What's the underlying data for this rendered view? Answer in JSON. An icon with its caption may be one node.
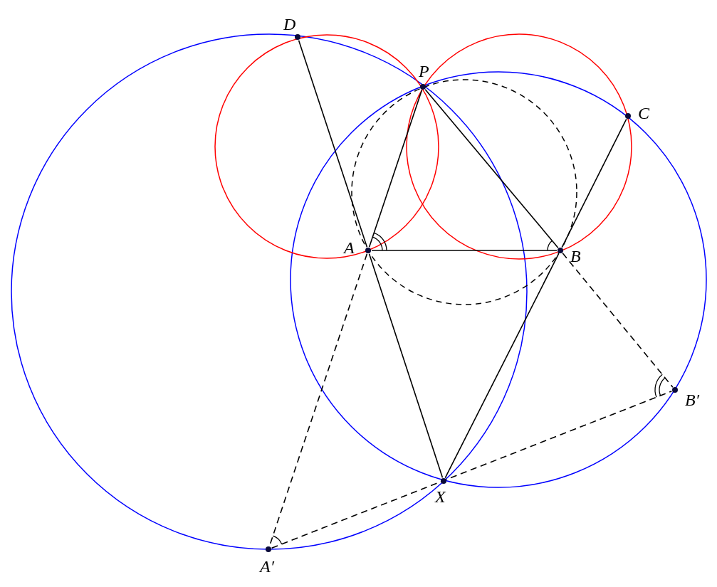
{
  "diagram": {
    "nodes": [
      {
        "text": [
          "D"
        ]
      },
      {
        "text": [
          "P"
        ]
      },
      {
        "text": [
          "C"
        ]
      },
      {
        "text": [
          "A"
        ]
      },
      {
        "text": [
          "B"
        ]
      },
      {
        "text": [
          "B′"
        ]
      },
      {
        "text": [
          "X"
        ]
      },
      {
        "text": [
          "A′"
        ]
      }
    ],
    "edges": [
      {
        "from": 0,
        "to": 3,
        "arrow": "none"
      },
      {
        "from": 3,
        "to": 1,
        "arrow": "none"
      },
      {
        "from": 1,
        "to": 4,
        "arrow": "none"
      },
      {
        "from": 4,
        "to": 2,
        "arrow": "none"
      },
      {
        "from": 3,
        "to": 4,
        "arrow": "none"
      },
      {
        "from": 3,
        "to": 6,
        "arrow": "none"
      },
      {
        "from": 4,
        "to": 6,
        "arrow": "none"
      },
      {
        "from": 3,
        "to": 7,
        "arrow": "none",
        "style": "dashed"
      },
      {
        "from": 4,
        "to": 5,
        "arrow": "none",
        "style": "dashed"
      },
      {
        "from": 7,
        "to": 5,
        "arrow": "none",
        "style": "dashed"
      }
    ]
  }
}
